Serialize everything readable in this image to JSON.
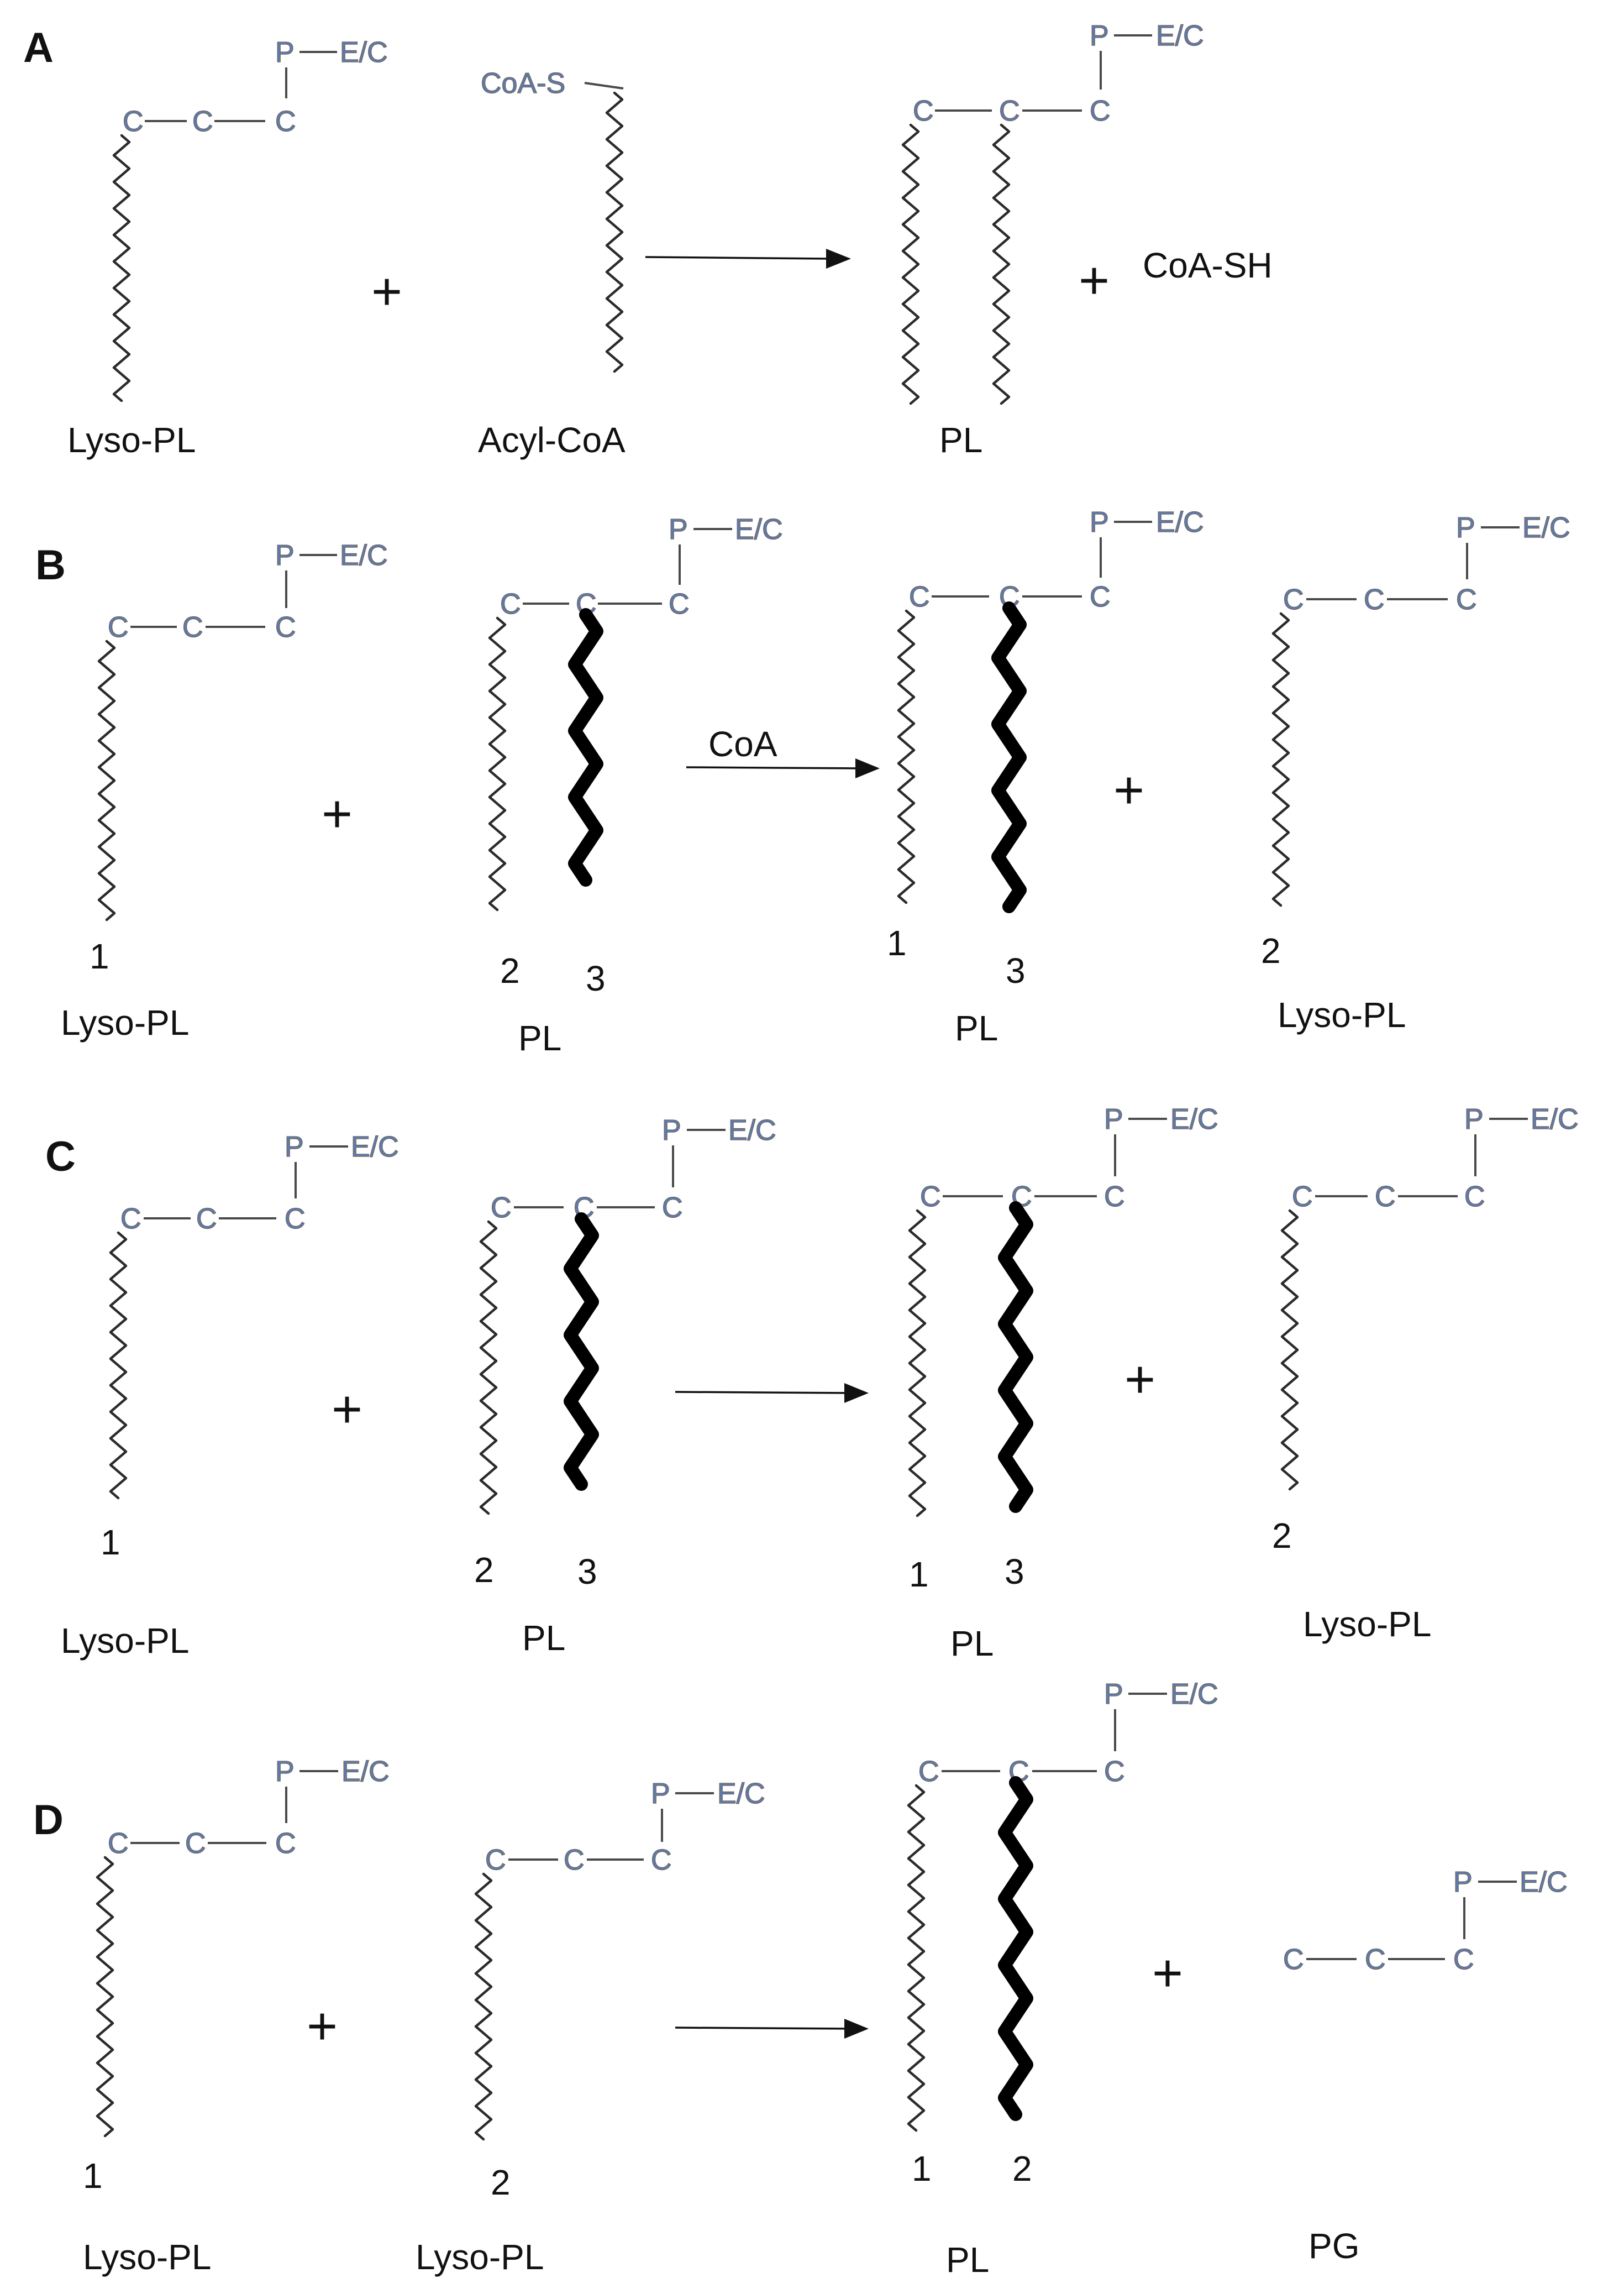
{
  "panels": [
    "A",
    "B",
    "C",
    "D"
  ],
  "atoms": {
    "p": "P",
    "ec": "E/C",
    "c": "C",
    "coas": "CoA-S"
  },
  "labels": {
    "lyso_pl": "Lyso-PL",
    "acyl_coa": "Acyl-CoA",
    "pl": "PL",
    "coash": "CoA-SH",
    "pg": "PG",
    "coa": "CoA",
    "plus": "+"
  },
  "chain_numbers": {
    "one": "1",
    "two": "2",
    "three": "3"
  }
}
